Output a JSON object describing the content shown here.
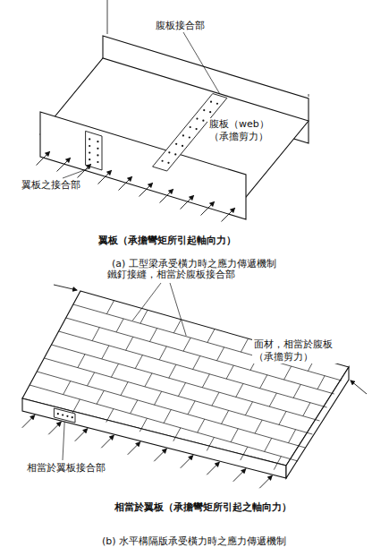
{
  "diagram": {
    "labels": [
      "腹板接合部",
      "腹板（web） （承擔剪力）",
      "翼板之接合部",
      "翼板（承擔彎矩所引起軸向力）",
      "(a) 工型梁承受橫力時之應力傳遞機制",
      "鐵釘接縫，相當於腹板接合部",
      "面材，相當於腹板 （承擔剪力）",
      "相當於翼板接合部",
      "相當於翼板（承擔彎矩所引起之軸向力）",
      "(b) 水平構隔版承受橫力時之應力傳遞機制"
    ]
  }
}
